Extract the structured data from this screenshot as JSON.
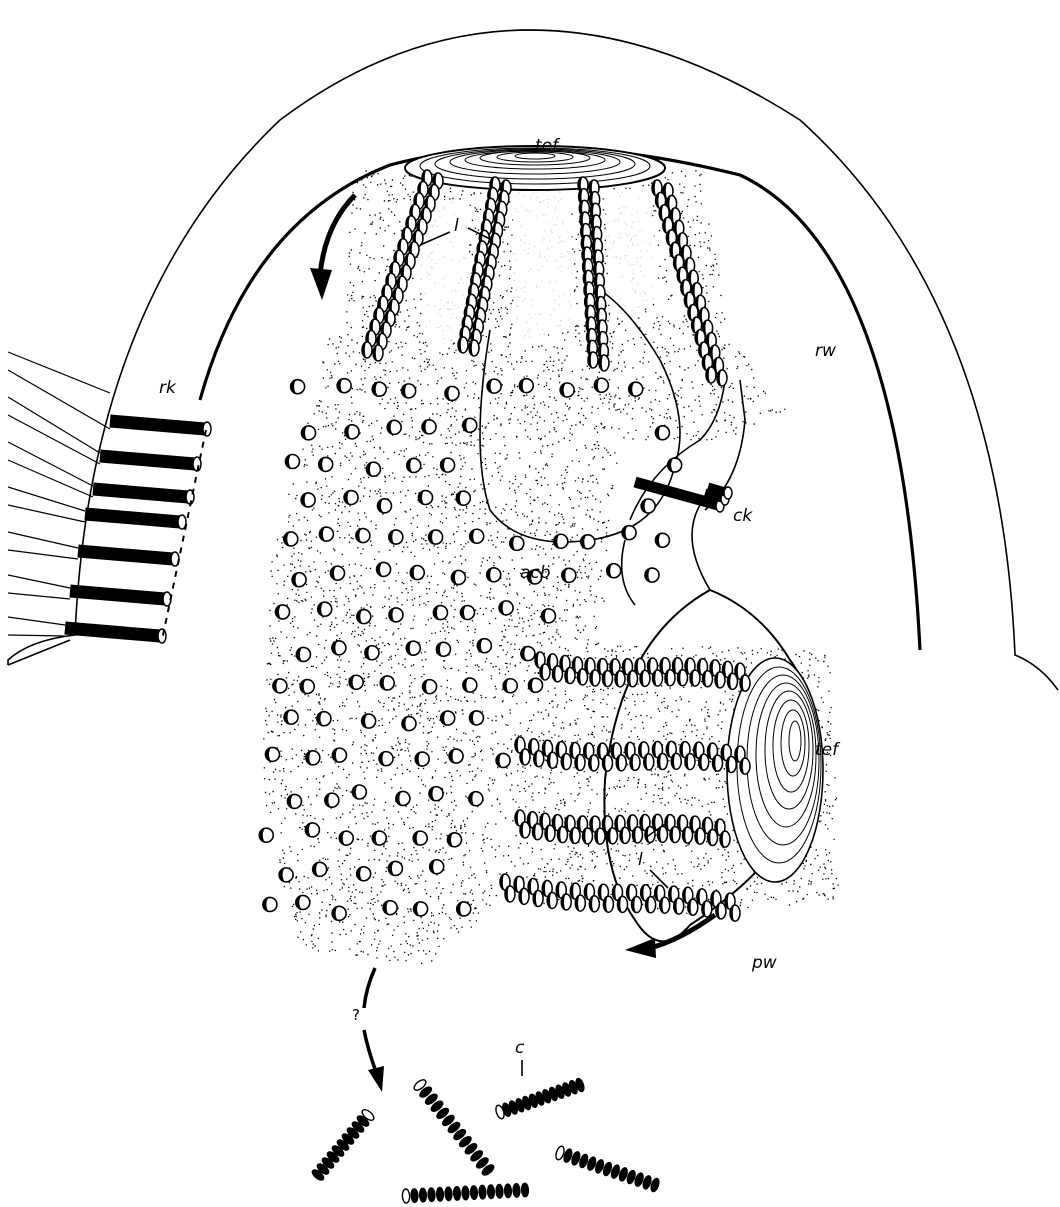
{
  "labels": {
    "tef_top": "tef",
    "tef_right": "tef",
    "l_top": "l",
    "l_bottom": "l",
    "rk": "rk",
    "rw": "rw",
    "ck": "ck",
    "acb": "acb",
    "pw": "pw",
    "question": "?",
    "c": "c"
  },
  "colors": {
    "ink": "#000000",
    "paper": "#ffffff"
  }
}
